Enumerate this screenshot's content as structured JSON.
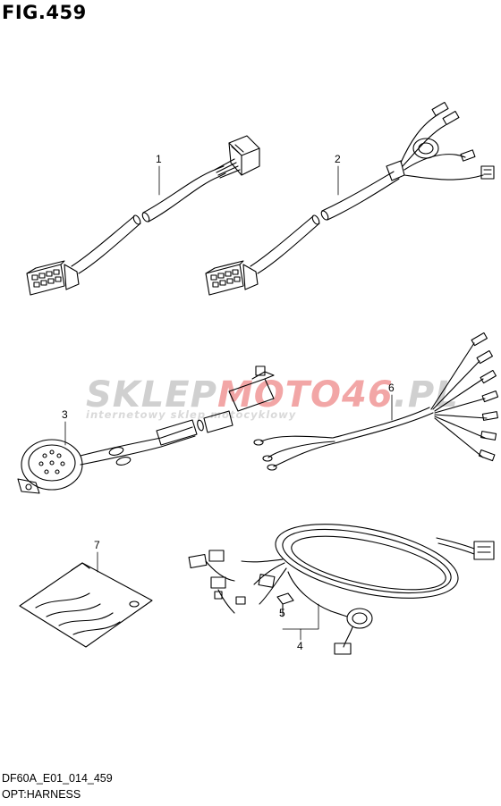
{
  "figure": {
    "title": "FIG.459",
    "model_code": "DF60A_E01_014_459",
    "group_name": "OPT:HARNESS"
  },
  "callouts": [
    {
      "id": "1",
      "label": "1"
    },
    {
      "id": "2",
      "label": "2"
    },
    {
      "id": "3",
      "label": "3"
    },
    {
      "id": "4",
      "label": "4"
    },
    {
      "id": "5",
      "label": "5"
    },
    {
      "id": "6",
      "label": "6"
    },
    {
      "id": "7",
      "label": "7"
    }
  ],
  "watermark": {
    "brand_part1": "SKLEP",
    "brand_part2": "MOTO",
    "brand_part3": "46",
    "brand_part4": ".PL",
    "tagline": "internetowy sklep motocyklowy",
    "grey_color": "#d0d0d0",
    "red_color": "#f2a6a6"
  }
}
